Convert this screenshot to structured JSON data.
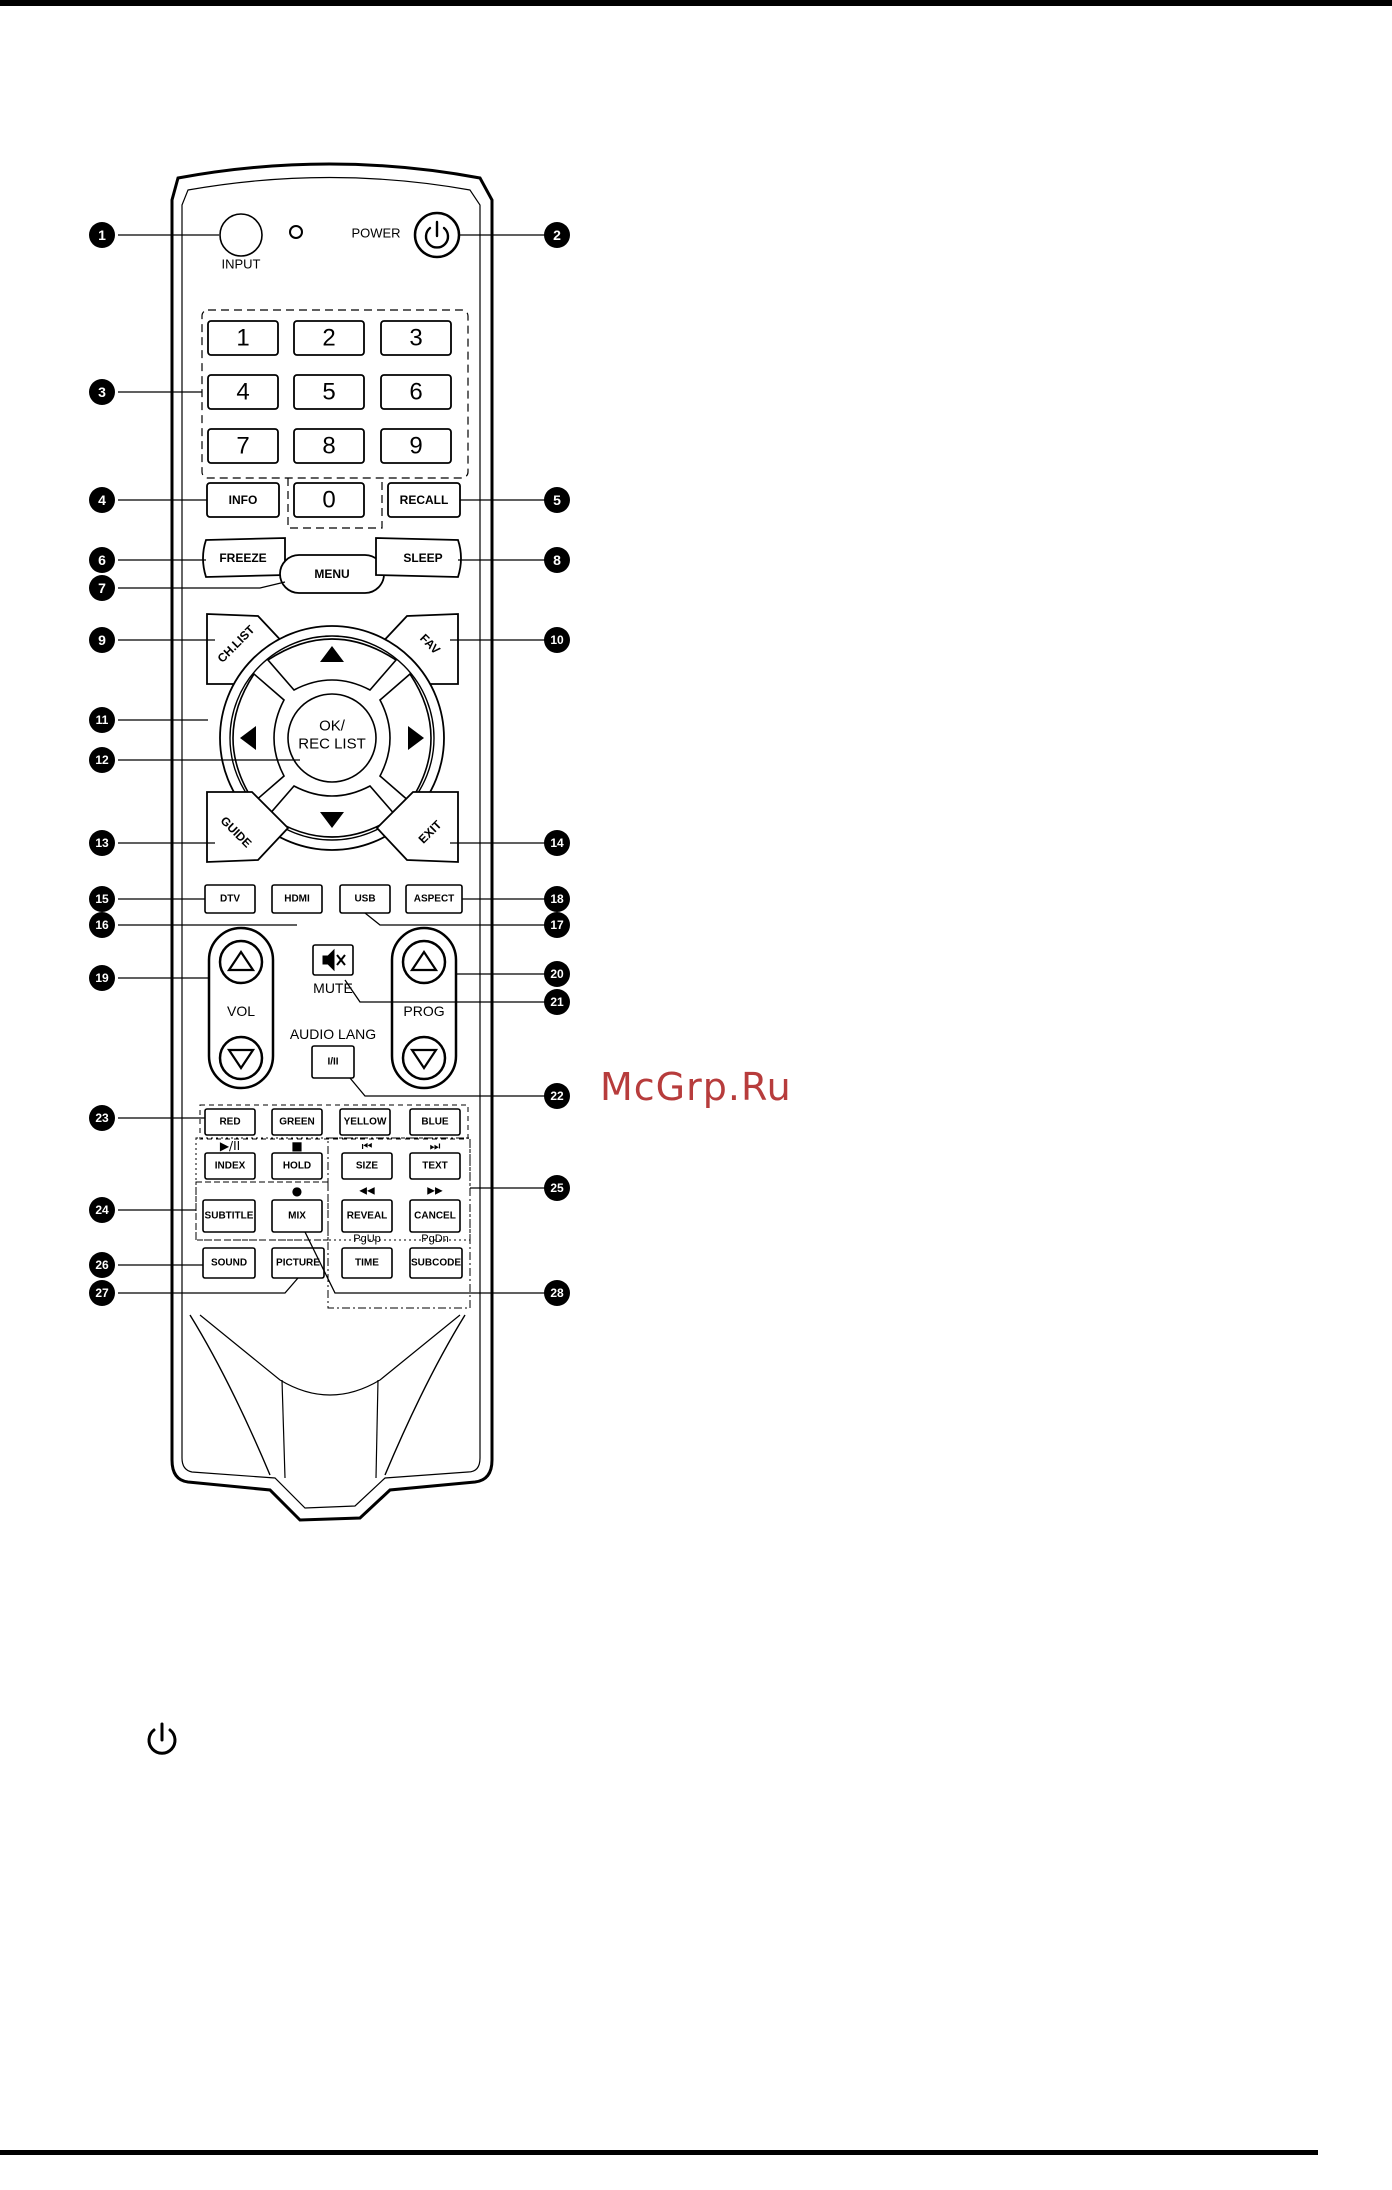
{
  "watermark": "McGrp.Ru",
  "labels": {
    "input": "INPUT",
    "power": "POWER",
    "vol": "VOL",
    "prog": "PROG",
    "mute": "MUTE",
    "audio_lang": "AUDIO LANG",
    "pgup": "PgUp",
    "pgdn": "PgDn"
  },
  "number_keys": [
    "1",
    "2",
    "3",
    "4",
    "5",
    "6",
    "7",
    "8",
    "9",
    "0"
  ],
  "buttons": {
    "info": "INFO",
    "recall": "RECALL",
    "freeze": "FREEZE",
    "menu": "MENU",
    "sleep": "SLEEP",
    "ch_list": "CH.LIST",
    "fav": "FAV",
    "ok": "OK/",
    "rec_list": "REC LIST",
    "guide": "GUIDE",
    "exit": "EXIT",
    "dtv": "DTV",
    "hdmi": "HDMI",
    "usb": "USB",
    "aspect": "ASPECT",
    "audio_lang_btn": "I/II",
    "red": "RED",
    "green": "GREEN",
    "yellow": "YELLOW",
    "blue": "BLUE",
    "index": "INDEX",
    "hold": "HOLD",
    "size": "SIZE",
    "text": "TEXT",
    "subtitle": "SUBTITLE",
    "mix": "MIX",
    "reveal": "REVEAL",
    "cancel": "CANCEL",
    "sound": "SOUND",
    "picture": "PICTURE",
    "time": "TIME",
    "subcode": "SUBCODE"
  },
  "media_glyphs": {
    "play_pause": "▶/II",
    "stop": "■",
    "prev": "⏮",
    "next": "⏭",
    "rewind": "◀◀",
    "forward": "▶▶",
    "record": "●"
  },
  "callouts": [
    "1",
    "2",
    "3",
    "4",
    "5",
    "6",
    "7",
    "8",
    "9",
    "10",
    "11",
    "12",
    "13",
    "14",
    "15",
    "16",
    "17",
    "18",
    "19",
    "20",
    "21",
    "22",
    "23",
    "24",
    "25",
    "26",
    "27",
    "28"
  ],
  "icons": {
    "power": "power-icon",
    "mute": "mute-icon",
    "arrow_up": "arrow-up-icon",
    "arrow_down": "arrow-down-icon",
    "arrow_left": "arrow-left-icon",
    "arrow_right": "arrow-right-icon"
  }
}
